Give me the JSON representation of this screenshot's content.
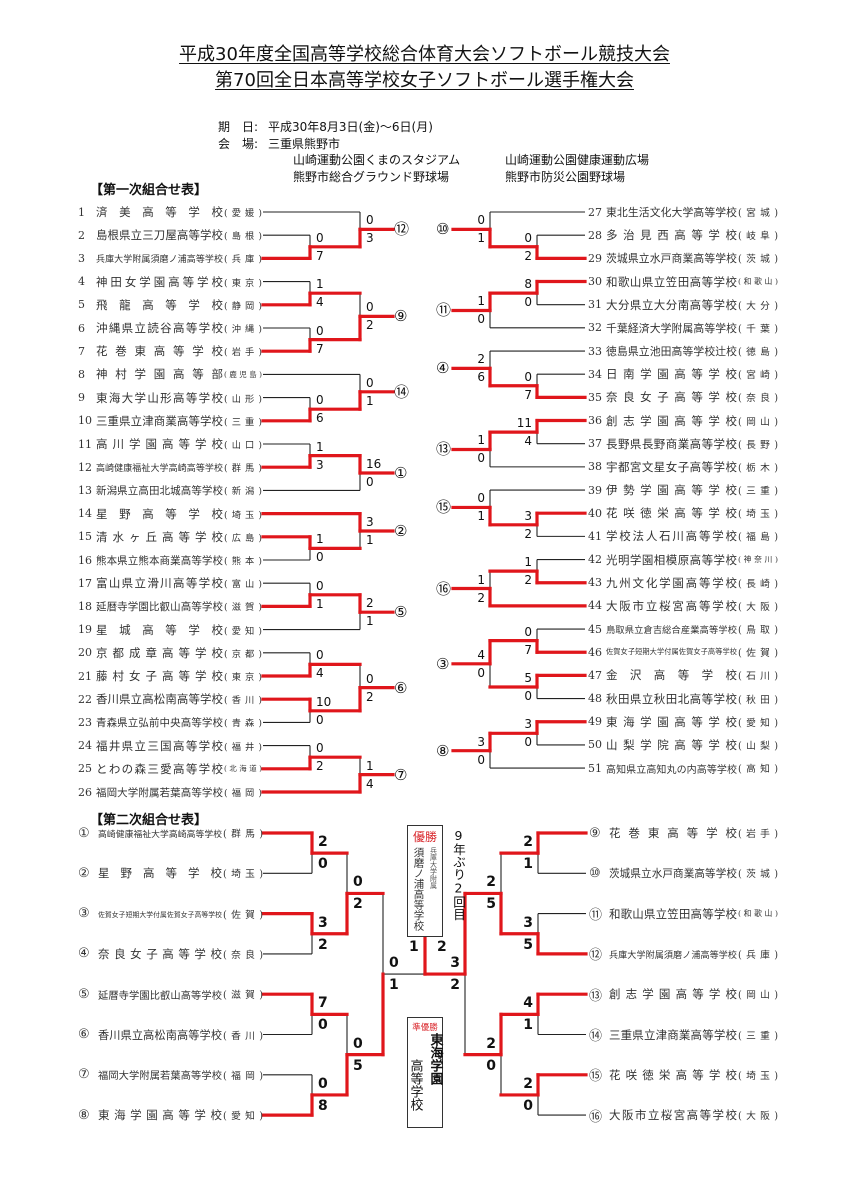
{
  "header": {
    "title1": "平成30年度全国高等学校総合体育大会ソフトボール競技大会",
    "title2": "第70回全日本高等学校女子ソフトボール選手権大会",
    "date_label": "期　日:",
    "date": "平成30年8月3日(金)～6日(月)",
    "venue_label": "会　場:",
    "venue_city": "三重県熊野市",
    "venues": [
      "山崎運動公園くまのスタジアム",
      "山崎運動公園健康運動広場",
      "熊野市総合グラウンド野球場",
      "熊野市防災公園野球場"
    ]
  },
  "round1": {
    "label": "【第一次組合せ表】",
    "teams": [
      {
        "no": "1",
        "name": "済美高等学校",
        "pref": "(愛媛)"
      },
      {
        "no": "2",
        "name": "島根県立三刀屋高等学校",
        "pref": "(島根)"
      },
      {
        "no": "3",
        "name": "兵庫大学附属須磨ノ浦高等学校",
        "pref": "(兵庫)"
      },
      {
        "no": "4",
        "name": "神田女学園高等学校",
        "pref": "(東京)"
      },
      {
        "no": "5",
        "name": "飛龍高等学校",
        "pref": "(静岡)"
      },
      {
        "no": "6",
        "name": "沖縄県立読谷高等学校",
        "pref": "(沖縄)"
      },
      {
        "no": "7",
        "name": "花巻東高等学校",
        "pref": "(岩手)"
      },
      {
        "no": "8",
        "name": "神村学園高等部",
        "pref": "(鹿児島)"
      },
      {
        "no": "9",
        "name": "東海大学山形高等学校",
        "pref": "(山形)"
      },
      {
        "no": "10",
        "name": "三重県立津商業高等学校",
        "pref": "(三重)"
      },
      {
        "no": "11",
        "name": "高川学園高等学校",
        "pref": "(山口)"
      },
      {
        "no": "12",
        "name": "高崎健康福祉大学高崎高等学校",
        "pref": "(群馬)"
      },
      {
        "no": "13",
        "name": "新潟県立高田北城高等学校",
        "pref": "(新潟)"
      },
      {
        "no": "14",
        "name": "星野高等学校",
        "pref": "(埼玉)"
      },
      {
        "no": "15",
        "name": "清水ヶ丘高等学校",
        "pref": "(広島)"
      },
      {
        "no": "16",
        "name": "熊本県立熊本商業高等学校",
        "pref": "(熊本)"
      },
      {
        "no": "17",
        "name": "富山県立滑川高等学校",
        "pref": "(富山)"
      },
      {
        "no": "18",
        "name": "延暦寺学園比叡山高等学校",
        "pref": "(滋賀)"
      },
      {
        "no": "19",
        "name": "星城高等学校",
        "pref": "(愛知)"
      },
      {
        "no": "20",
        "name": "京都成章高等学校",
        "pref": "(京都)"
      },
      {
        "no": "21",
        "name": "藤村女子高等学校",
        "pref": "(東京)"
      },
      {
        "no": "22",
        "name": "香川県立高松南高等学校",
        "pref": "(香川)"
      },
      {
        "no": "23",
        "name": "青森県立弘前中央高等学校",
        "pref": "(青森)"
      },
      {
        "no": "24",
        "name": "福井県立三国高等学校",
        "pref": "(福井)"
      },
      {
        "no": "25",
        "name": "とわの森三愛高等学校",
        "pref": "(北海道)"
      },
      {
        "no": "26",
        "name": "福岡大学附属若葉高等学校",
        "pref": "(福岡)"
      },
      {
        "no": "27",
        "name": "東北生活文化大学高等学校",
        "pref": "(宮城)"
      },
      {
        "no": "28",
        "name": "多治見西高等学校",
        "pref": "(岐阜)"
      },
      {
        "no": "29",
        "name": "茨城県立水戸商業高等学校",
        "pref": "(茨城)"
      },
      {
        "no": "30",
        "name": "和歌山県立笠田高等学校",
        "pref": "(和歌山)"
      },
      {
        "no": "31",
        "name": "大分県立大分南高等学校",
        "pref": "(大分)"
      },
      {
        "no": "32",
        "name": "千葉経済大学附属高等学校",
        "pref": "(千葉)"
      },
      {
        "no": "33",
        "name": "徳島県立池田高等学校辻校",
        "pref": "(徳島)"
      },
      {
        "no": "34",
        "name": "日南学園高等学校",
        "pref": "(宮崎)"
      },
      {
        "no": "35",
        "name": "奈良女子高等学校",
        "pref": "(奈良)"
      },
      {
        "no": "36",
        "name": "創志学園高等学校",
        "pref": "(岡山)"
      },
      {
        "no": "37",
        "name": "長野県長野商業高等学校",
        "pref": "(長野)"
      },
      {
        "no": "38",
        "name": "宇都宮文星女子高等学校",
        "pref": "(栃木)"
      },
      {
        "no": "39",
        "name": "伊勢学園高等学校",
        "pref": "(三重)"
      },
      {
        "no": "40",
        "name": "花咲徳栄高等学校",
        "pref": "(埼玉)"
      },
      {
        "no": "41",
        "name": "学校法人石川高等学校",
        "pref": "(福島)"
      },
      {
        "no": "42",
        "name": "光明学園相模原高等学校",
        "pref": "(神奈川)"
      },
      {
        "no": "43",
        "name": "九州文化学園高等学校",
        "pref": "(長崎)"
      },
      {
        "no": "44",
        "name": "大阪市立桜宮高等学校",
        "pref": "(大阪)"
      },
      {
        "no": "45",
        "name": "鳥取県立倉吉総合産業高等学校",
        "pref": "(鳥取)"
      },
      {
        "no": "46",
        "name": "佐賀女子短期大学付属佐賀女子高等学校",
        "pref": "(佐賀)"
      },
      {
        "no": "47",
        "name": "金沢高等学校",
        "pref": "(石川)"
      },
      {
        "no": "48",
        "name": "秋田県立秋田北高等学校",
        "pref": "(秋田)"
      },
      {
        "no": "49",
        "name": "東海学園高等学校",
        "pref": "(愛知)"
      },
      {
        "no": "50",
        "name": "山梨学院高等学校",
        "pref": "(山梨)"
      },
      {
        "no": "51",
        "name": "高知県立高知丸の内高等学校",
        "pref": "(高知)"
      }
    ],
    "groups": [
      {
        "side": "left",
        "seed": "⑫",
        "match": {
          "t": 0,
          "b": {
            "t": 1,
            "b": 2,
            "s": [
              0,
              7
            ]
          },
          "s": [
            0,
            3
          ]
        }
      },
      {
        "side": "left",
        "seed": "⑨",
        "match": {
          "t": {
            "t": 3,
            "b": 4,
            "s": [
              1,
              4
            ]
          },
          "b": {
            "t": 5,
            "b": 6,
            "s": [
              0,
              7
            ]
          },
          "s": [
            0,
            2
          ]
        }
      },
      {
        "side": "left",
        "seed": "⑭",
        "match": {
          "t": 7,
          "b": {
            "t": 8,
            "b": 9,
            "s": [
              0,
              6
            ]
          },
          "s": [
            0,
            1
          ]
        }
      },
      {
        "side": "left",
        "seed": "①",
        "match": {
          "t": {
            "t": 10,
            "b": 11,
            "s": [
              1,
              3
            ]
          },
          "b": 12,
          "s": [
            16,
            0
          ]
        }
      },
      {
        "side": "left",
        "seed": "②",
        "match": {
          "t": 13,
          "b": {
            "t": 14,
            "b": 15,
            "s": [
              1,
              0
            ]
          },
          "s": [
            3,
            1
          ]
        }
      },
      {
        "side": "left",
        "seed": "⑤",
        "match": {
          "t": {
            "t": 16,
            "b": 17,
            "s": [
              0,
              1
            ]
          },
          "b": 18,
          "s": [
            2,
            1
          ]
        }
      },
      {
        "side": "left",
        "seed": "⑥",
        "match": {
          "t": {
            "t": 19,
            "b": 20,
            "s": [
              0,
              4
            ]
          },
          "b": {
            "t": 21,
            "b": 22,
            "s": [
              10,
              0
            ]
          },
          "s": [
            0,
            2
          ]
        }
      },
      {
        "side": "left",
        "seed": "⑦",
        "match": {
          "t": {
            "t": 23,
            "b": 24,
            "s": [
              0,
              2
            ]
          },
          "b": 25,
          "s": [
            1,
            4
          ]
        }
      },
      {
        "side": "right",
        "seed": "⑩",
        "match": {
          "t": 26,
          "b": {
            "t": 27,
            "b": 28,
            "s": [
              0,
              2
            ]
          },
          "s": [
            0,
            1
          ]
        }
      },
      {
        "side": "right",
        "seed": "⑪",
        "match": {
          "t": {
            "t": 29,
            "b": 30,
            "s": [
              8,
              0
            ]
          },
          "b": 31,
          "s": [
            1,
            0
          ]
        }
      },
      {
        "side": "right",
        "seed": "④",
        "match": {
          "t": 32,
          "b": {
            "t": 33,
            "b": 34,
            "s": [
              0,
              7
            ]
          },
          "s": [
            2,
            6
          ]
        }
      },
      {
        "side": "right",
        "seed": "⑬",
        "match": {
          "t": {
            "t": 35,
            "b": 36,
            "s": [
              11,
              4
            ]
          },
          "b": 37,
          "s": [
            1,
            0
          ]
        }
      },
      {
        "side": "right",
        "seed": "⑮",
        "match": {
          "t": 38,
          "b": {
            "t": 39,
            "b": 40,
            "s": [
              3,
              2
            ]
          },
          "s": [
            0,
            1
          ]
        }
      },
      {
        "side": "right",
        "seed": "⑯",
        "match": {
          "t": {
            "t": 41,
            "b": 42,
            "s": [
              1,
              2
            ]
          },
          "b": 43,
          "s": [
            1,
            2
          ]
        }
      },
      {
        "side": "right",
        "seed": "③",
        "match": {
          "t": {
            "t": 44,
            "b": 45,
            "s": [
              0,
              7
            ]
          },
          "b": {
            "t": 46,
            "b": 47,
            "s": [
              5,
              0
            ]
          },
          "s": [
            4,
            0
          ]
        }
      },
      {
        "side": "right",
        "seed": "⑧",
        "match": {
          "t": {
            "t": 48,
            "b": 49,
            "s": [
              3,
              0
            ]
          },
          "b": 50,
          "s": [
            3,
            0
          ]
        }
      }
    ]
  },
  "round2": {
    "label": "【第二次組合せ表】",
    "teams": [
      {
        "seed": "①",
        "name": "高崎健康福祉大学高崎高等学校",
        "pref": "(群馬)"
      },
      {
        "seed": "②",
        "name": "星野高等学校",
        "pref": "(埼玉)"
      },
      {
        "seed": "③",
        "name": "佐賀女子短期大学付属佐賀女子高等学校",
        "pref": "(佐賀)"
      },
      {
        "seed": "④",
        "name": "奈良女子高等学校",
        "pref": "(奈良)"
      },
      {
        "seed": "⑤",
        "name": "延暦寺学園比叡山高等学校",
        "pref": "(滋賀)"
      },
      {
        "seed": "⑥",
        "name": "香川県立高松南高等学校",
        "pref": "(香川)"
      },
      {
        "seed": "⑦",
        "name": "福岡大学附属若葉高等学校",
        "pref": "(福岡)"
      },
      {
        "seed": "⑧",
        "name": "東海学園高等学校",
        "pref": "(愛知)"
      },
      {
        "seed": "⑨",
        "name": "花巻東高等学校",
        "pref": "(岩手)"
      },
      {
        "seed": "⑩",
        "name": "茨城県立水戸商業高等学校",
        "pref": "(茨城)"
      },
      {
        "seed": "⑪",
        "name": "和歌山県立笠田高等学校",
        "pref": "(和歌山)"
      },
      {
        "seed": "⑫",
        "name": "兵庫大学附属須磨ノ浦高等学校",
        "pref": "(兵庫)"
      },
      {
        "seed": "⑬",
        "name": "創志学園高等学校",
        "pref": "(岡山)"
      },
      {
        "seed": "⑭",
        "name": "三重県立津商業高等学校",
        "pref": "(三重)"
      },
      {
        "seed": "⑮",
        "name": "花咲徳栄高等学校",
        "pref": "(埼玉)"
      },
      {
        "seed": "⑯",
        "name": "大阪市立桜宮高等学校",
        "pref": "(大阪)"
      }
    ],
    "left": {
      "t": {
        "t": {
          "t": 0,
          "b": 1,
          "s": [
            2,
            0
          ]
        },
        "b": {
          "t": 2,
          "b": 3,
          "s": [
            3,
            2
          ]
        },
        "s": [
          0,
          2
        ]
      },
      "b": {
        "t": {
          "t": 4,
          "b": 5,
          "s": [
            7,
            0
          ]
        },
        "b": {
          "t": 6,
          "b": 7,
          "s": [
            0,
            8
          ]
        },
        "s": [
          0,
          5
        ]
      },
      "s": [
        0,
        1
      ]
    },
    "right": {
      "t": {
        "t": {
          "t": 8,
          "b": 9,
          "s": [
            2,
            1
          ]
        },
        "b": {
          "t": 10,
          "b": 11,
          "s": [
            3,
            5
          ]
        },
        "s": [
          2,
          5
        ]
      },
      "b": {
        "t": {
          "t": 12,
          "b": 13,
          "s": [
            4,
            1
          ]
        },
        "b": {
          "t": 14,
          "b": 15,
          "s": [
            2,
            0
          ]
        },
        "s": [
          2,
          0
        ]
      },
      "s": [
        3,
        2
      ]
    },
    "final": {
      "s": [
        1,
        2
      ]
    },
    "champion": {
      "label": "優勝",
      "school_prefix": "兵庫大学附属",
      "school": "須磨ノ浦高等学校",
      "note": "9年ぶり2回目"
    },
    "runner_up": {
      "label": "準優勝",
      "school": "東海学園",
      "school2": "高等学校"
    }
  },
  "colors": {
    "winner_line": "#e0161b",
    "line": "#222222",
    "accent_text": "#d9262b"
  }
}
